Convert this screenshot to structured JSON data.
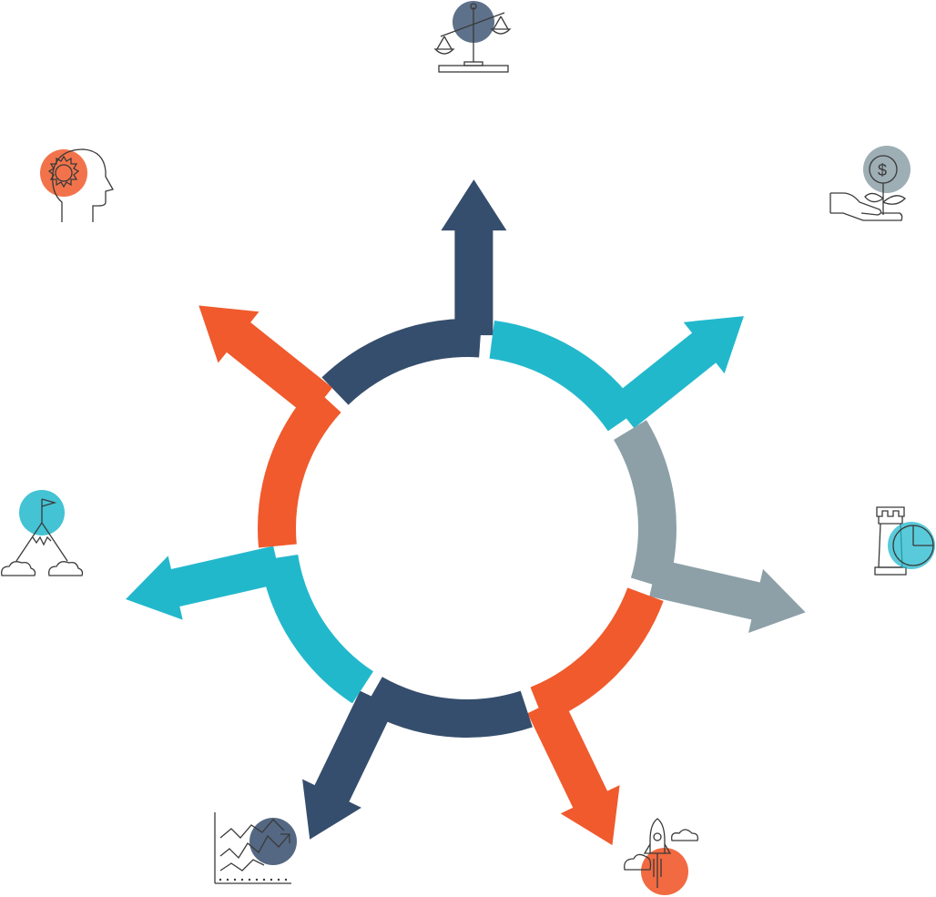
{
  "colors": {
    "navy": "#364E6D",
    "teal": "#22B8CC",
    "gray": "#8DA0A8",
    "orange": "#F05A2C",
    "line": "#3a3a3a",
    "background": "#ffffff"
  },
  "segments": [
    {
      "position": "top",
      "color": "navy",
      "icon": "scale-balance-icon",
      "icon_accent": "navy"
    },
    {
      "position": "top-right",
      "color": "teal",
      "icon": "money-plant-hand-icon",
      "icon_accent": "gray"
    },
    {
      "position": "right",
      "color": "gray",
      "icon": "chess-rook-pie-chart-icon",
      "icon_accent": "teal"
    },
    {
      "position": "bottom-right",
      "color": "orange",
      "icon": "rocket-launch-icon",
      "icon_accent": "orange"
    },
    {
      "position": "bottom-left",
      "color": "navy",
      "icon": "growth-chart-icon",
      "icon_accent": "navy"
    },
    {
      "position": "left",
      "color": "teal",
      "icon": "mountain-flag-icon",
      "icon_accent": "teal"
    },
    {
      "position": "top-left",
      "color": "orange",
      "icon": "head-gear-icon",
      "icon_accent": "orange"
    }
  ]
}
